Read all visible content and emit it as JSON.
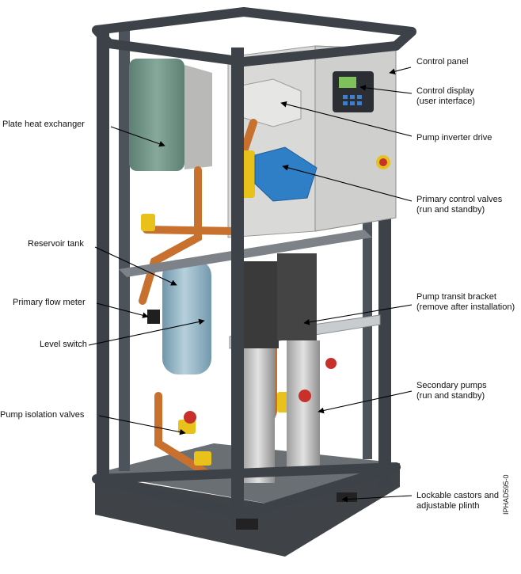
{
  "figure_id": "IPHAD595-0",
  "labels": {
    "control_panel": "Control panel",
    "control_display_1": "Control display",
    "control_display_2": "(user interface)",
    "pump_inverter_drive": "Pump inverter drive",
    "primary_control_valves_1": "Primary control valves",
    "primary_control_valves_2": "(run and standby)",
    "pump_transit_bracket_1": "Pump transit bracket",
    "pump_transit_bracket_2": "(remove after installation)",
    "secondary_pumps_1": "Secondary pumps",
    "secondary_pumps_2": "(run and standby)",
    "lockable_castors_1": "Lockable castors and",
    "lockable_castors_2": "adjustable plinth",
    "plate_heat_exchanger": "Plate heat exchanger",
    "reservoir_tank": "Reservoir tank",
    "primary_flow_meter": "Primary flow meter",
    "level_switch": "Level switch",
    "pump_isolation_valves": "Pump isolation valves"
  },
  "colors": {
    "frame": "#3d4249",
    "frame_light": "#5a6068",
    "heat_exchanger": "#6f9486",
    "copper": "#c8702e",
    "brass": "#e8c21a",
    "valve_blue": "#2f7fc6",
    "valve_red": "#c8302a",
    "tank": "#8fb3c4",
    "panel": "#d8d8d6",
    "pump_dark": "#3a3a3a",
    "pump_light": "#c9c9c9",
    "plinth": "#4a4e52",
    "leader": "#000000"
  }
}
